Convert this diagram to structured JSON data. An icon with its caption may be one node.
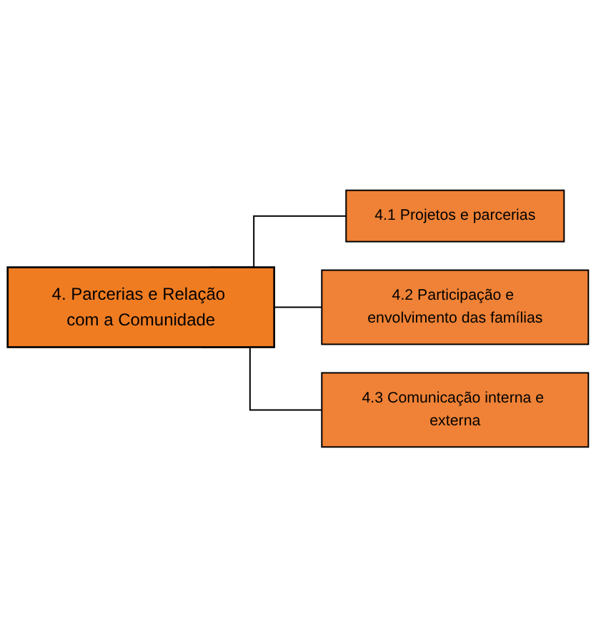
{
  "diagram": {
    "nodes": [
      {
        "text": [
          "4. Parcerias e Relação com a Comunidade"
        ]
      },
      {
        "text": [
          "4.1 Projetos e parcerias"
        ]
      },
      {
        "text": [
          "4.2 Participação e envolvimento das famílias"
        ]
      },
      {
        "text": [
          "4.3 Comunicação interna e externa"
        ]
      }
    ],
    "edges": [
      {
        "from": 0,
        "to": 1,
        "arrow": "none"
      },
      {
        "from": 0,
        "to": 2,
        "arrow": "none"
      },
      {
        "from": 0,
        "to": 3,
        "arrow": "none"
      }
    ]
  }
}
